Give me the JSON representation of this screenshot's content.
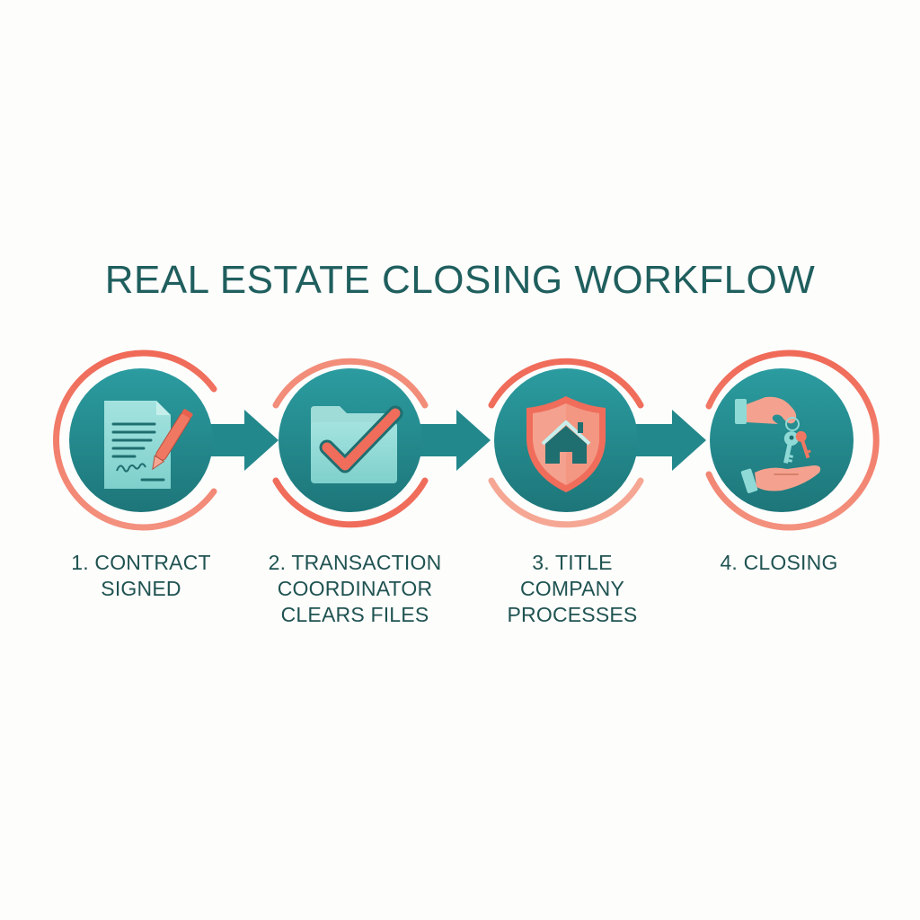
{
  "title": "REAL ESTATE CLOSING WORKFLOW",
  "colors": {
    "teal": "#23888c",
    "teal_dark": "#1f5f5e",
    "coral": "#f0705e",
    "coral_light": "#f5a794",
    "mint": "#8fdad6",
    "background": "#fdfdfc"
  },
  "steps": [
    {
      "number": "1.",
      "icon": "signed-contract-icon",
      "lines": [
        "1. CONTRACT",
        "SIGNED"
      ]
    },
    {
      "number": "2.",
      "icon": "folder-check-icon",
      "lines": [
        "2. TRANSACTION",
        "COORDINATOR",
        "CLEARS FILES"
      ]
    },
    {
      "number": "3.",
      "icon": "shield-house-icon",
      "lines": [
        "3. TITLE",
        "COMPANY",
        "PROCESSES"
      ]
    },
    {
      "number": "4.",
      "icon": "key-handover-icon",
      "lines": [
        "4. CLOSING"
      ]
    }
  ],
  "connectors": [
    "arrow-1-to-2",
    "arrow-2-to-3",
    "arrow-3-to-4"
  ]
}
